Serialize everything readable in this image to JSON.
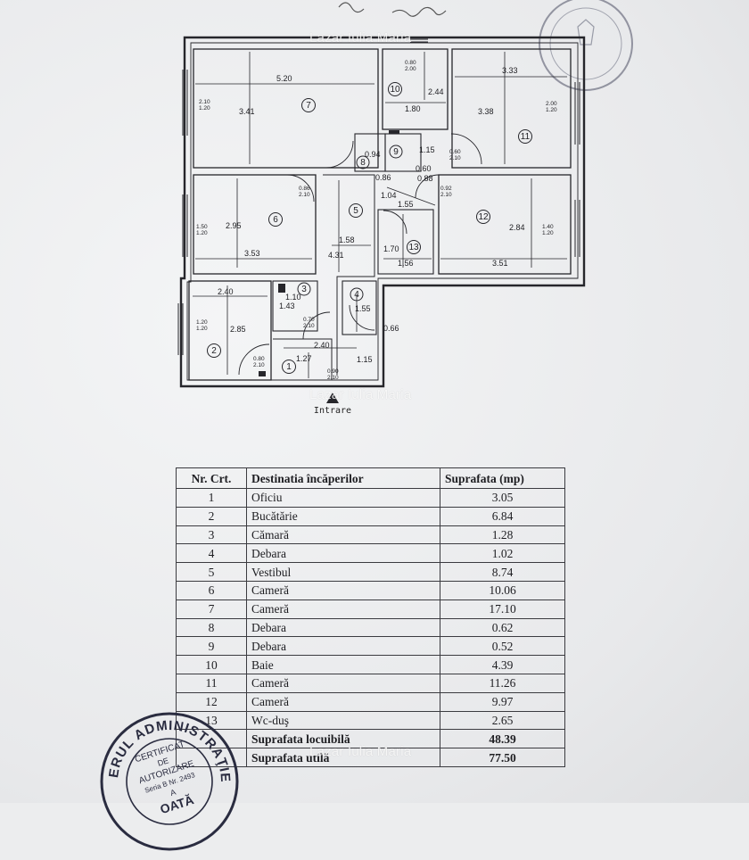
{
  "plan": {
    "entrance_label": "Intrare",
    "rooms": [
      {
        "n": "1"
      },
      {
        "n": "2"
      },
      {
        "n": "3"
      },
      {
        "n": "4"
      },
      {
        "n": "5"
      },
      {
        "n": "6"
      },
      {
        "n": "7"
      },
      {
        "n": "8"
      },
      {
        "n": "9"
      },
      {
        "n": "10"
      },
      {
        "n": "11"
      },
      {
        "n": "12"
      },
      {
        "n": "13"
      }
    ],
    "dimensions": [
      "5.20",
      "3.41",
      "2.44",
      "1.80",
      "3.33",
      "3.38",
      "0.94",
      "1.15",
      "0.60",
      "0.88",
      "0.86",
      "2.95",
      "3.53",
      "1.04",
      "1.55",
      "1.58",
      "4.31",
      "1.70",
      "1.56",
      "2.84",
      "3.51",
      "2.40",
      "1.10",
      "1.43",
      "1.55",
      "0.66",
      "2.85",
      "2.40",
      "1.27",
      "1.15"
    ],
    "window_labels": [
      "2.10\n1.20",
      "2.00\n1.20",
      "1.50\n1.20",
      "1.40\n1.20",
      "1.20\n1.20"
    ],
    "door_labels": [
      "0.86\n2.10",
      "0.92\n2.10",
      "0.80\n2.10",
      "0.90\n2.10",
      "0.70\n2.10",
      "0.60\n2.10",
      "0.80\n2.00"
    ]
  },
  "table": {
    "headers": [
      "Nr. Crt.",
      "Destinatia încăperilor",
      "Suprafata (mp)"
    ],
    "rows": [
      {
        "nr": "1",
        "name": "Oficiu",
        "area": "3.05"
      },
      {
        "nr": "2",
        "name": "Bucătărie",
        "area": "6.84"
      },
      {
        "nr": "3",
        "name": "Cămară",
        "area": "1.28"
      },
      {
        "nr": "4",
        "name": "Debara",
        "area": "1.02"
      },
      {
        "nr": "5",
        "name": "Vestibul",
        "area": "8.74"
      },
      {
        "nr": "6",
        "name": "Cameră",
        "area": "10.06"
      },
      {
        "nr": "7",
        "name": "Cameră",
        "area": "17.10"
      },
      {
        "nr": "8",
        "name": "Debara",
        "area": "0.62"
      },
      {
        "nr": "9",
        "name": "Debara",
        "area": "0.52"
      },
      {
        "nr": "10",
        "name": "Baie",
        "area": "4.39"
      },
      {
        "nr": "11",
        "name": "Cameră",
        "area": "11.26"
      },
      {
        "nr": "12",
        "name": "Cameră",
        "area": "9.97"
      },
      {
        "nr": "13",
        "name": "Wc-duş",
        "area": "2.65"
      }
    ],
    "totals": [
      {
        "label": "Suprafata locuibilă",
        "area": "48.39"
      },
      {
        "label": "Suprafata utilă",
        "area": "77.50"
      }
    ]
  },
  "watermark": "Lazar Iulia Maria",
  "stamp": {
    "ring_text": "ERUL ADMINISTRAŢIEI PUBLICE",
    "center_lines": [
      "CERTIFICAT",
      "DE",
      "AUTORIZARE",
      "Seria B Nr. 2493",
      "A",
      "OATĂ"
    ]
  },
  "colors": {
    "ink": "#1e1e22",
    "paper": "#ecedee",
    "stamp": "#2a2c40"
  }
}
